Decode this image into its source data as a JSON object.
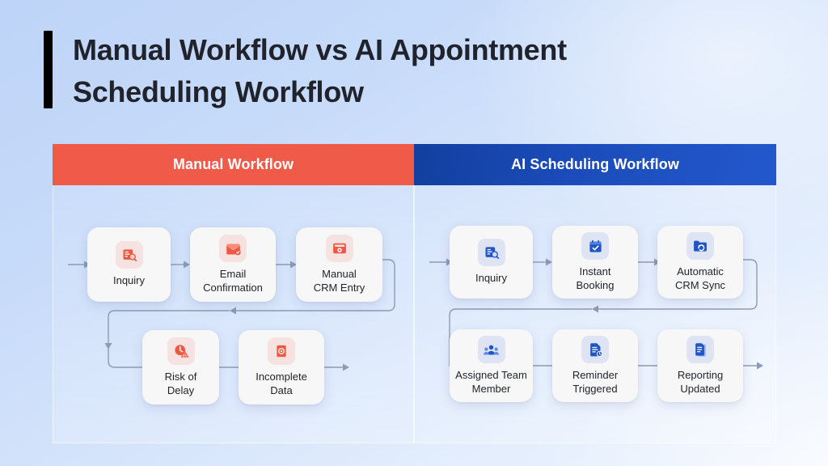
{
  "page": {
    "title": "Manual Workflow vs AI Appointment\nScheduling Workflow",
    "background_color": "#c6daf9",
    "accent_bar_color": "#000000"
  },
  "columns": [
    {
      "id": "manual",
      "header_label": "Manual Workflow",
      "header_color": "#f05a48",
      "icon_color": "#ee5843",
      "steps": [
        {
          "label": "Inquiry",
          "icon": "inquiry-search-icon",
          "row": 1,
          "order": 1
        },
        {
          "label": "Email\nConfirmation",
          "icon": "email-icon",
          "row": 1,
          "order": 2
        },
        {
          "label": "Manual\nCRM Entry",
          "icon": "crm-entry-icon",
          "row": 1,
          "order": 3
        },
        {
          "label": "Risk of\nDelay",
          "icon": "clock-warning-icon",
          "row": 2,
          "order": 1
        },
        {
          "label": "Incomplete\nData",
          "icon": "incomplete-data-icon",
          "row": 2,
          "order": 2
        }
      ]
    },
    {
      "id": "ai",
      "header_label": "AI Scheduling Workflow",
      "header_color": "#1b4cba",
      "icon_color": "#1f55c7",
      "steps": [
        {
          "label": "Inquiry",
          "icon": "inquiry-search-icon",
          "row": 1,
          "order": 1
        },
        {
          "label": "Instant\nBooking",
          "icon": "calendar-check-icon",
          "row": 1,
          "order": 2
        },
        {
          "label": "Automatic\nCRM Sync",
          "icon": "crm-sync-icon",
          "row": 1,
          "order": 3
        },
        {
          "label": "Assigned Team\nMember",
          "icon": "team-members-icon",
          "row": 2,
          "order": 1
        },
        {
          "label": "Reminder\nTriggered",
          "icon": "reminder-doc-icon",
          "row": 2,
          "order": 2
        },
        {
          "label": "Reporting\nUpdated",
          "icon": "report-doc-icon",
          "row": 2,
          "order": 3
        }
      ]
    }
  ]
}
